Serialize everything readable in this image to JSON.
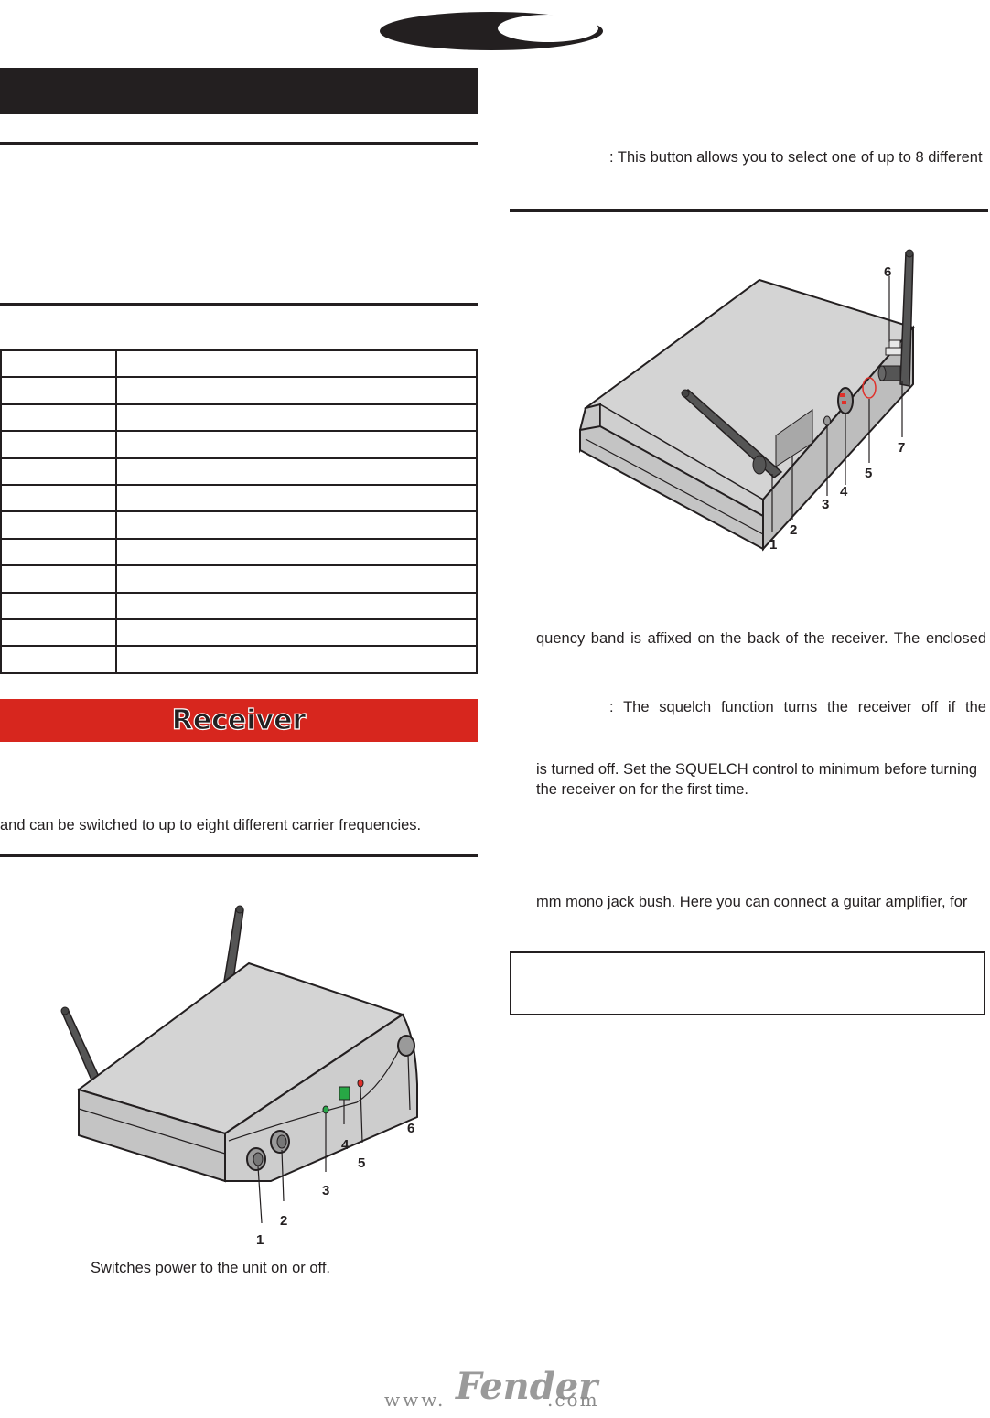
{
  "banner": {
    "title": "Receiver"
  },
  "spec_table": {
    "rows": [
      [
        "",
        ""
      ],
      [
        "",
        ""
      ],
      [
        "",
        ""
      ],
      [
        "",
        ""
      ],
      [
        "",
        ""
      ],
      [
        "",
        ""
      ],
      [
        "",
        ""
      ],
      [
        "",
        ""
      ],
      [
        "",
        ""
      ],
      [
        "",
        ""
      ],
      [
        "",
        ""
      ],
      [
        "",
        ""
      ]
    ]
  },
  "left_text": {
    "intro_tail": "and can be switched to up to eight different carrier frequencies.",
    "power_caption": "Switches power to the unit on or off."
  },
  "front_figure": {
    "callouts": [
      "1",
      "2",
      "3",
      "4",
      "5",
      "6"
    ]
  },
  "rear_figure": {
    "callouts": [
      "1",
      "2",
      "3",
      "4",
      "5",
      "6",
      "7"
    ]
  },
  "right_text": {
    "channel_line": ": This button allows you to select one of up to 8 different",
    "band_line": "quency band is affixed on the back of the receiver. The enclosed",
    "squelch_line": ": The squelch function turns the receiver off if the",
    "squelch_line2": "is turned off. Set the SQUELCH control to minimum before turning",
    "squelch_line3": "the receiver on for the first time.",
    "jack_line": "mm mono jack bush. Here you can connect a guitar amplifier, for"
  },
  "footer": {
    "prefix": "www.",
    "brand": "Fender",
    "suffix": ".com"
  }
}
